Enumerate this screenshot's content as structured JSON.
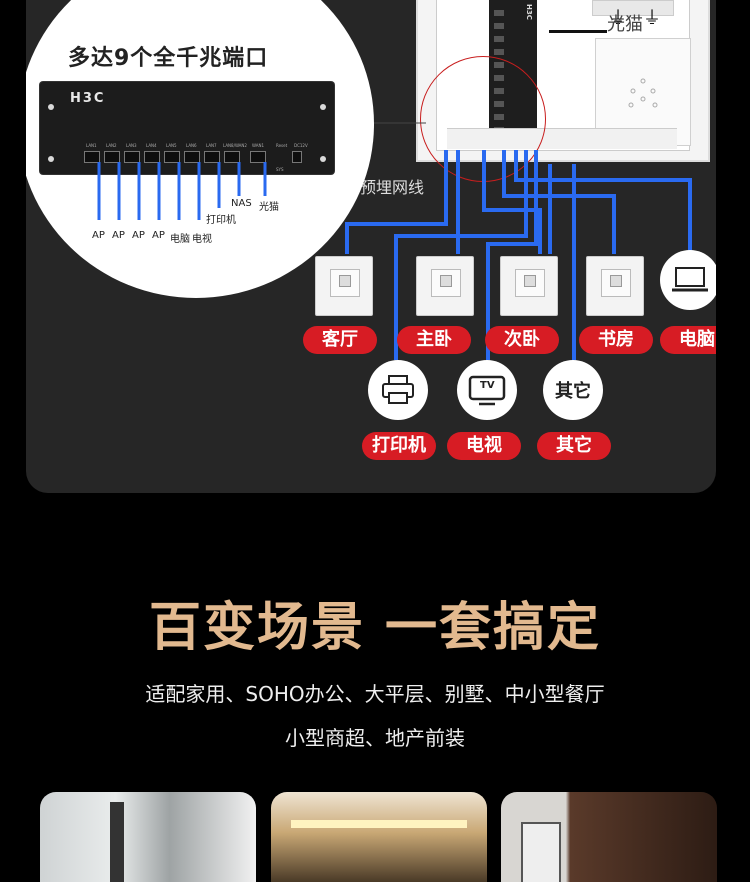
{
  "diagram": {
    "port_title": "多达9个全千兆端口",
    "switch_brand": "H3C",
    "cabinet_brand": "H3C",
    "port_labels": [
      "LAN1",
      "LAN2",
      "LAN3",
      "LAN4",
      "LAN5",
      "LAN6",
      "LAN7",
      "LAN8/WAN2",
      "WAN1"
    ],
    "reset_label": "Reset",
    "power_label": "DC12V",
    "sys_label": "SYS",
    "device_labels": {
      "ap1": "AP",
      "ap2": "AP",
      "ap3": "AP",
      "ap4": "AP",
      "pc": "电脑",
      "printer": "打印机",
      "tv": "电视",
      "nas": "NAS",
      "modem": "光猫"
    },
    "onu_label": "光猫",
    "wiring_label": "预埋网线",
    "rooms": [
      "客厅",
      "主卧",
      "次卧",
      "书房",
      "电脑"
    ],
    "devices": [
      "打印机",
      "电视",
      "其它"
    ],
    "other_icon_text": "其它",
    "tv_icon_text": "TV",
    "wire_color": "#2a6af0",
    "accent_red": "#d71c24"
  },
  "scenarios": {
    "headline": "百变场景 一套搞定",
    "line1": "适配家用、SOHO办公、大平层、别墅、中小型餐厅",
    "line2": "小型商超、地产前装",
    "headline_color": "#e2b98f"
  }
}
